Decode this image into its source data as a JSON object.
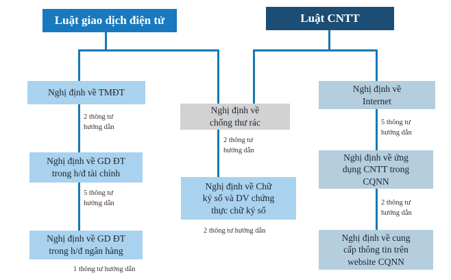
{
  "colors": {
    "header_left_bg": "#1879be",
    "header_right_bg": "#1b4d75",
    "header_text": "#ffffff",
    "node_blue_bg": "#a9d2ee",
    "node_gray_bg": "#d2d2d2",
    "node_bluegray_bg": "#b5cede",
    "node_text": "#1b2430",
    "connector": "#1478b5",
    "note_text": "#3c2e2e",
    "background": "#ffffff"
  },
  "left_tree": {
    "root": "Luật giao dịch điện tử",
    "nodes": {
      "tmdt": [
        "Nghị định về TMĐT"
      ],
      "tai_chinh": [
        "Nghị định về GD ĐT",
        "trong h/đ tài chính"
      ],
      "ngan_hang": [
        "Nghị định về GD ĐT",
        "trong h/đ ngân hàng"
      ]
    },
    "labels": {
      "tmdt": [
        "2 thông tư",
        "hướng dẫn"
      ],
      "tai_chinh": [
        "5 thông tư",
        "hướng dẫn"
      ],
      "ngan_hang": [
        "1 thông tư hướng dẫn"
      ]
    }
  },
  "middle_branch": {
    "nodes": {
      "chong_thu_rac": [
        "Nghị định về",
        "chống thư rác"
      ],
      "chu_ky_so": [
        "Nghị định về Chữ",
        "ký số và DV chứng",
        "thực chữ ký số"
      ]
    },
    "labels": {
      "chong_thu_rac": [
        "2 thông tư",
        "hướng dẫn"
      ],
      "chu_ky_so": [
        "2 thông tư hướng dẫn"
      ]
    }
  },
  "right_tree": {
    "root": "Luật CNTT",
    "nodes": {
      "internet": [
        "Nghị định về",
        "Internet"
      ],
      "ung_dung_cntt": [
        "Nghị định về ứng",
        "dụng CNTT trong",
        "CQNN"
      ],
      "website_cqnn": [
        "Nghị định về cung",
        "cấp thông tin trên",
        "website CQNN"
      ]
    },
    "labels": {
      "internet": [
        "5 thông tư",
        "hướng dẫn"
      ],
      "ung_dung_cntt": [
        "2 thông tư",
        "hướng dẫn"
      ]
    }
  }
}
